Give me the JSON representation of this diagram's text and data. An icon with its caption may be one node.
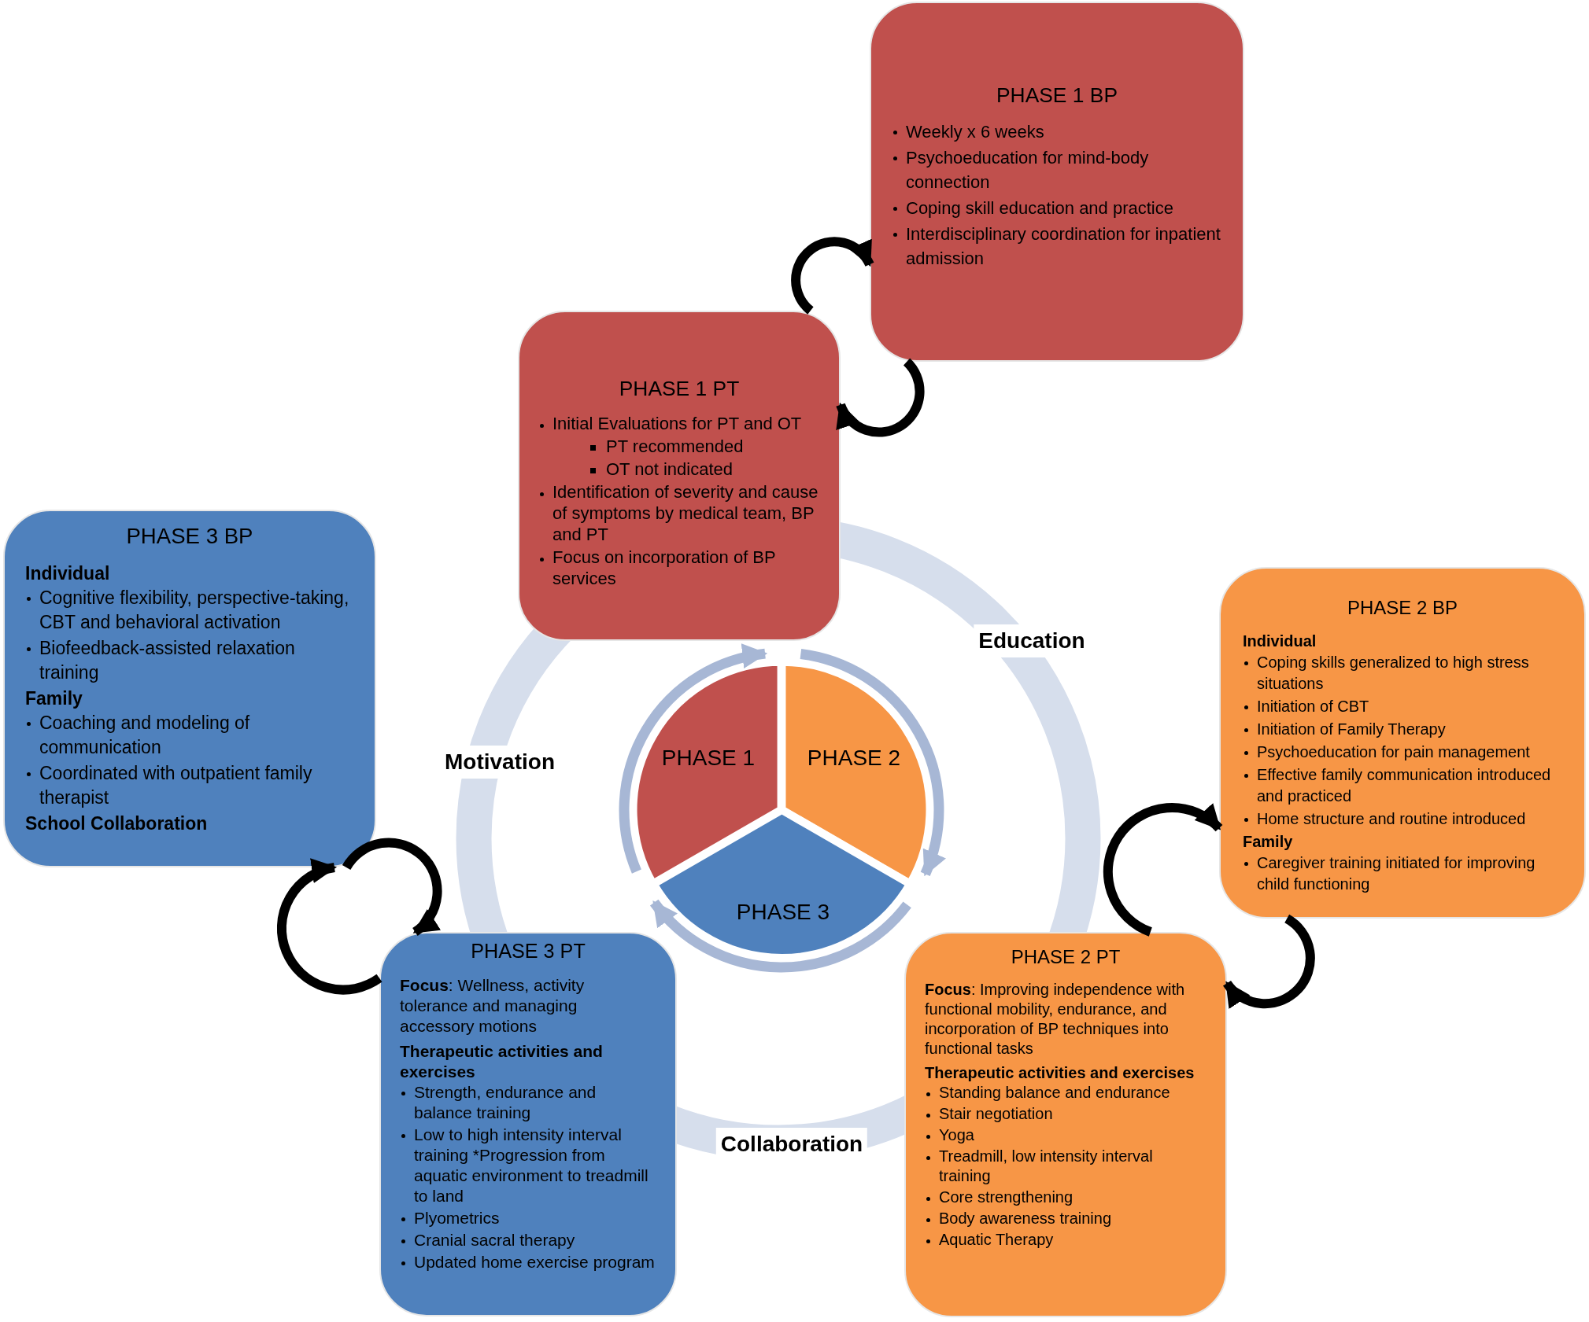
{
  "diagram": {
    "nodes": [
      {
        "text": [
          "PHASE 1 BP",
          "Weekly x 6 weeks",
          "Psychoeducation for mind-body connection",
          "Coping skill education and practice",
          "Interdisciplinary coordination for inpatient admission"
        ]
      },
      {
        "text": [
          "PHASE 1 PT",
          "Initial Evaluations for PT and OT",
          "PT recommended",
          "OT not indicated",
          "Identification of severity and cause of symptoms by medical team, BP and PT",
          "Focus on incorporation of BP services"
        ]
      },
      {
        "text": [
          "PHASE 2 BP",
          "Individual",
          "Coping skills generalized to high stress situations",
          "Initiation of CBT",
          "Initiation of Family Therapy",
          "Psychoeducation for pain management",
          "Effective family communication introduced and practiced",
          "Home structure and routine introduced",
          "Family",
          "Caregiver training initiated for improving child functioning"
        ]
      },
      {
        "text": [
          "PHASE 2 PT",
          "**Focus**: Improving independence with functional mobility, endurance, and incorporation of BP techniques into functional tasks",
          "Therapeutic activities and exercises",
          "Standing balance and endurance",
          "Stair negotiation",
          "Yoga",
          "Treadmill, low intensity interval training",
          "Core strengthening",
          "Body awareness training",
          "Aquatic Therapy"
        ]
      },
      {
        "text": [
          "PHASE 3 PT",
          "**Focus**: Wellness, activity tolerance and managing accessory motions",
          "Therapeutic activities and exercises",
          "Strength, endurance and balance training",
          "Low to high intensity interval training *Progression from aquatic environment to treadmill to land",
          "Plyometrics",
          "Cranial sacral therapy",
          "Updated home exercise program"
        ]
      },
      {
        "text": [
          "PHASE 3 BP",
          "Individual",
          "Cognitive flexibility, perspective-taking, CBT and behavioral activation",
          "Biofeedback-assisted relaxation training",
          "Family",
          "Coaching and modeling of communication",
          "Coordinated with outpatient family therapist",
          "School Collaboration"
        ]
      },
      {
        "text": [
          "PHASE 1"
        ]
      },
      {
        "text": [
          "PHASE 2"
        ]
      },
      {
        "text": [
          "PHASE 3"
        ]
      }
    ],
    "edges": [
      {
        "from": 1,
        "to": 0,
        "arrow": "to"
      },
      {
        "from": 0,
        "to": 1,
        "arrow": "to"
      },
      {
        "from": 3,
        "to": 2,
        "arrow": "to"
      },
      {
        "from": 2,
        "to": 3,
        "arrow": "to"
      },
      {
        "from": 5,
        "to": 4,
        "arrow": "to"
      },
      {
        "from": 4,
        "to": 5,
        "arrow": "to"
      },
      {
        "from": 6,
        "to": 7,
        "arrow": "to",
        "color": "#a7b7d5"
      },
      {
        "from": 7,
        "to": 8,
        "arrow": "to",
        "color": "#a7b7d5"
      },
      {
        "from": 8,
        "to": 6,
        "arrow": "to",
        "color": "#a7b7d5"
      }
    ],
    "labels": [
      "Education",
      "Motivation",
      "Collaboration"
    ]
  }
}
